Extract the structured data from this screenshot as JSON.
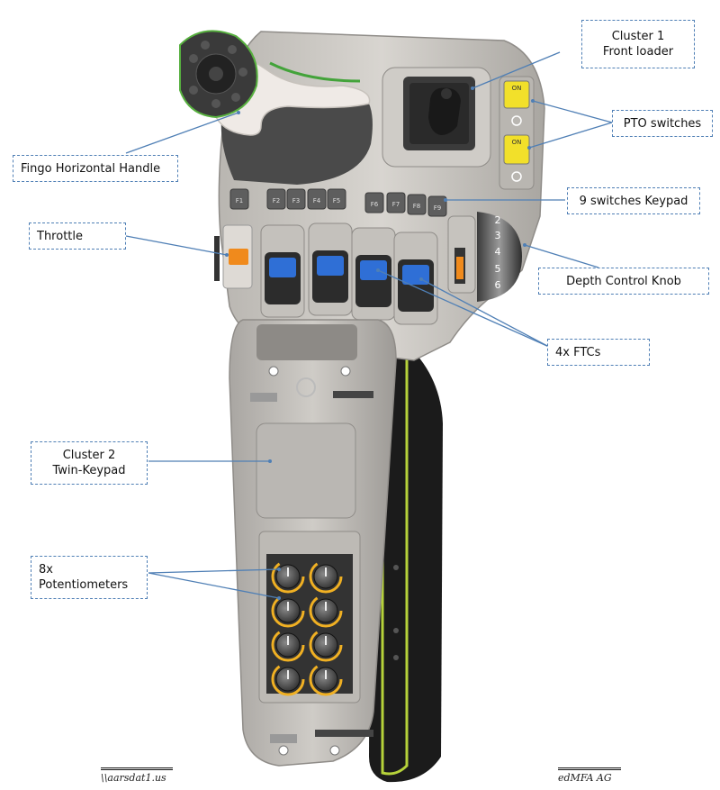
{
  "labels": {
    "cluster1": {
      "line1": "Cluster 1",
      "line2": "Front loader"
    },
    "fingo": "Fingo Horizontal Handle",
    "pto": "PTO switches",
    "keypad9": "9 switches Keypad",
    "throttle": "Throttle",
    "depth": "Depth Control Knob",
    "ftc": "4x FTCs",
    "cluster2": {
      "line1": "Cluster 2",
      "line2": "Twin-Keypad"
    },
    "pots": {
      "line1": "8x",
      "line2": "Potentiometers"
    }
  },
  "function_keys": [
    "F1",
    "F2",
    "F3",
    "F4",
    "F5",
    "F6",
    "F7",
    "F8",
    "F9"
  ],
  "pto_buttons": [
    "ON",
    "ON"
  ],
  "depth_scale": [
    "2",
    "3",
    "4",
    "5",
    "6"
  ],
  "footer": {
    "left": "\\\\aarsdat1.us",
    "right": "edMFA AG"
  },
  "colors": {
    "leader": "#4f7fb5",
    "pto_yellow": "#f2e02a",
    "ftc_blue": "#2f6fd6",
    "throttle_orange": "#f08a1c",
    "accent_green": "#9cc63a"
  }
}
